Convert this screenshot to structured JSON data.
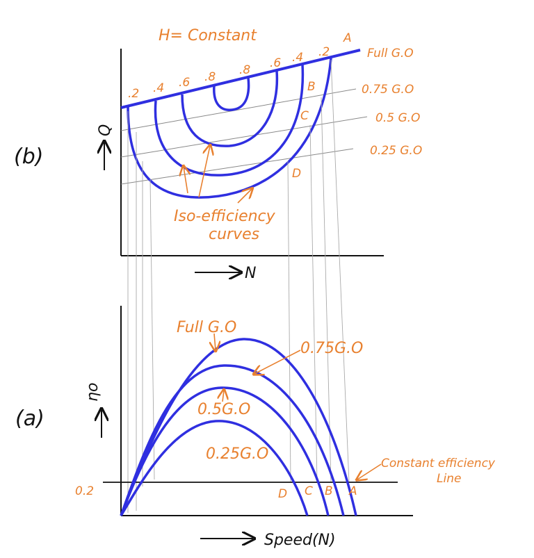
{
  "colors": {
    "curve": "#2f2fe0",
    "annotation": "#e8802e",
    "axis": "#111111",
    "guide": "#999999"
  },
  "panel_b": {
    "panel_label": "(b)",
    "title": "H= Constant",
    "x_axis_label": "N",
    "y_axis_label": "Q",
    "gate_lines": [
      "Full G.O",
      "0.75 G.O",
      "0.5 G.O",
      "0.25 G.O"
    ],
    "efficiency_labels_left": [
      ".2",
      ".4",
      ".6",
      ".8"
    ],
    "efficiency_labels_right": [
      ".8",
      ".6",
      ".4",
      ".2"
    ],
    "points": [
      "A",
      "B",
      "C",
      "D"
    ],
    "iso_label_line1": "Iso-efficiency",
    "iso_label_line2": "curves"
  },
  "panel_a": {
    "panel_label": "(a)",
    "y_axis_label": "ηo",
    "x_axis_label": "Speed(N)",
    "y_tick": "0.2",
    "curve_labels": [
      "Full G.O",
      "0.75G.O",
      "0.5G.O",
      "0.25G.O"
    ],
    "points": [
      "D",
      "C",
      "B",
      "A"
    ],
    "constant_eff_line1": "Constant efficiency",
    "constant_eff_line2": "Line"
  }
}
